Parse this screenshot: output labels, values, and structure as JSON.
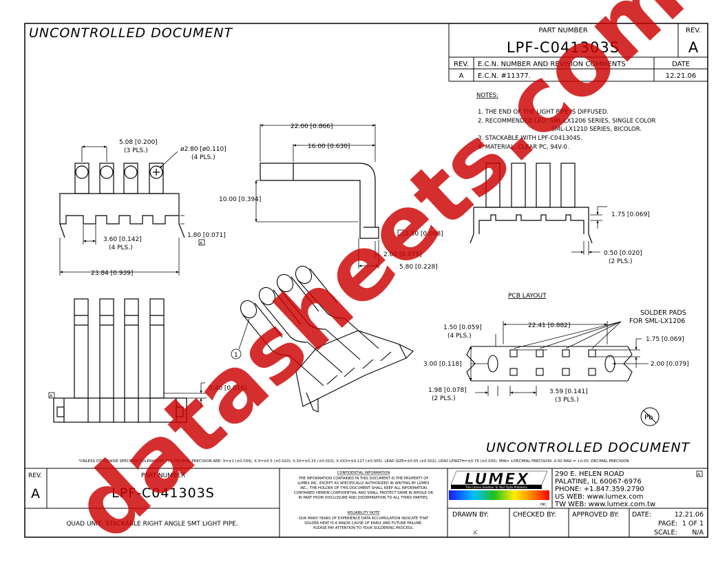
{
  "header": {
    "uncontrolled_top": "UNCONTROLLED DOCUMENT",
    "part_number_label": "PART NUMBER",
    "part_number": "LPF-C041303S",
    "rev_label": "REV.",
    "rev_value": "A"
  },
  "revision_table": {
    "col_rev": "REV.",
    "col_ecn": "E.C.N. NUMBER AND REVISION COMMENTS",
    "col_date": "DATE",
    "rows": [
      {
        "rev": "A",
        "ecn": "E.C.N. #11377.",
        "date": "12.21.06"
      }
    ]
  },
  "notes": {
    "title": "NOTES:",
    "items": [
      "1. THE END OF THE LIGHT PIPE IS DIFFUSED.",
      "2. RECOMMENDED LED: SML-LX1206 SERIES, SINGLE COLOR",
      "SML-LX1210 SERIES, BICOLOR.",
      "3. STACKABLE WITH LPF-C041304S.",
      "4. MATERIAL: CLEAR PC, 94V-0."
    ]
  },
  "dimensions": {
    "front_pitch": "5.08 [0.200]",
    "front_pitch_pls": "(3 PLS.)",
    "hole_dia": "ø2.80 [ø0.110]",
    "hole_dia_pls": "(4 PLS.)",
    "slot_width": "3.60 [0.142]",
    "slot_width_pls": "(4 PLS.)",
    "foot_height": "1.80 [0.071]",
    "overall_width": "23.84 [0.939]",
    "side_length": "22.00 [0.866]",
    "side_inner": "16.00 [0.630]",
    "side_height": "10.00 [0.394]",
    "side_tab": "2.50 [0.098]",
    "side_lead": "2.00 [0.079]",
    "side_depth": "5.80 [0.228]",
    "right_step": "1.75 [0.069]",
    "right_gap": "0.50 [0.020]",
    "right_gap_pls": "(2 PLS.)",
    "bottom_gap": "0.40 [0.016]",
    "datum": "A",
    "balloon": "1"
  },
  "pcb_layout": {
    "title": "PCB LAYOUT",
    "solder_pads": "SOLDER PADS",
    "solder_pads_for": "FOR SML-LX1206",
    "pad_size": "1.50 [0.059]",
    "pad_size_pls": "(4 PLS.)",
    "pad_span": "22.41 [0.882]",
    "row_offset": "1.75 [0.069]",
    "height": "3.00 [0.118]",
    "right_height": "2.00 [0.079]",
    "hole_offset": "1.98 [0.078]",
    "hole_offset_pls": "(2 PLS.)",
    "pitch": "3.59 [0.141]",
    "pitch_pls": "(3 PLS.)",
    "pb_symbol": "Pb"
  },
  "uncontrolled_bottom": "UNCONTROLLED DOCUMENT",
  "tolerance_note": "*UNLESS OTHERWISE SPECIFIED TOLERANCES PER DECIMAL PRECISION ARE: X=±1 (±0.039), X.X=±0.5 (±0.020), X.XX=±0.25 (±0.010), X.XXX=±0.127 (±0.005).  LEAD SIZE=±0.05 (±0.002), LEAD LENGTH=±0.75 (±0.030). MIN= +DECIMAL PRECISION -0.00   MAX.= +0.00 -DECIMAL PRECISION",
  "title_block": {
    "rev_label": "REV.",
    "rev_value": "A",
    "part_number_label": "PART NUMBER",
    "part_number": "LPF-C041303S",
    "description": "QUAD UNIT, STACKABLE RIGHT ANGLE SMT LIGHT PIPE.",
    "confidential_title": "CONFIDENTIAL INFORMATION",
    "confidential_lines": [
      "THE INFORMATION CONTAINED IN THIS DOCUMENT IS THE PROPERTY OF",
      "LUMEX INC. EXCEPT AS SPECIFICALLY AUTHORIZED IN WRITING BY LUMEX",
      "INC., THE HOLDER OF THIS DOCUMENT SHALL KEEP ALL INFORMATION",
      "CONTAINED HEREIN CONFIDENTIAL AND SHALL PROTECT SAME IN WHOLE OR",
      "IN PART FROM DISCLOSURE AND DISSEMINATION TO ALL THIRD PARTIES."
    ],
    "reliability_title": "RELIABILITY NOTE",
    "reliability_lines": [
      "OUR MANY YEARS OF EXPERIENCE DATA ACCUMULATION INDICATE THAT",
      "SOLDER HEAT IS A MAJOR CAUSE OF EARLY AND FUTURE FAILURE.",
      "PLEASE PAY ATTENTION TO YOUR SOLDERING PROCESS."
    ],
    "logo_text": "LUMEX",
    "logo_tagline": "The Lumex Solution To Your Opto Problems",
    "logo_inc": "INC.",
    "address_lines": [
      "290 E. HELEN ROAD",
      "PALATINE, IL  60067-6976",
      "PHONE: +1.847.359.2790",
      "US WEB: www.lumex.com",
      "TW WEB: www.lumex.com.tw"
    ],
    "datum": "A",
    "drawn_by_label": "DRAWN BY:",
    "drawn_by": "JC",
    "checked_by_label": "CHECKED BY:",
    "approved_by_label": "APPROVED BY:",
    "date_label": "DATE:",
    "date_value": "12.21.06",
    "page_label": "PAGE:",
    "page_value": "1 OF 1",
    "scale_label": "SCALE:",
    "scale_value": "N/A"
  },
  "watermark": "datasheets.com",
  "colors": {
    "line": "#000000",
    "watermark": "#cc0000"
  }
}
